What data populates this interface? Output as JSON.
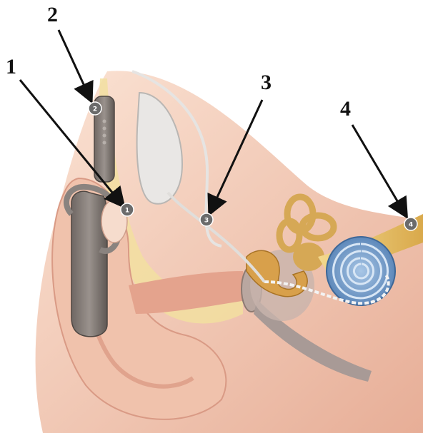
{
  "labels": [
    {
      "id": "1",
      "text": "1",
      "marker": "1"
    },
    {
      "id": "2",
      "text": "2",
      "marker": "2"
    },
    {
      "id": "3",
      "text": "3",
      "marker": "3"
    },
    {
      "id": "4",
      "text": "4",
      "marker": "4"
    }
  ],
  "colors": {
    "skin_light": "#f6d9c8",
    "skin_mid": "#eab79f",
    "skin_dark": "#d99a85",
    "cochlea_blue": "#6d95c4",
    "ossicle_gold": "#d8a04b",
    "nerve_yellow": "#e9c46a",
    "device_gray": "#8a837f",
    "bone_yellow": "#f2dfa0",
    "marker_gray": "#6b6b6b"
  }
}
